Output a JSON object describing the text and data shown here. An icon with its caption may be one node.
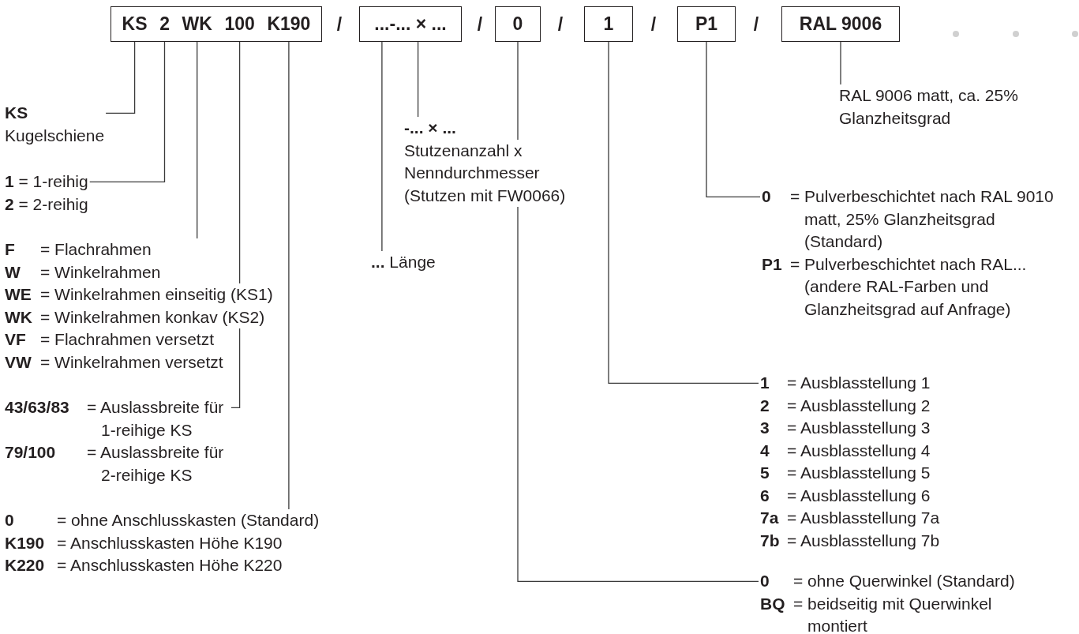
{
  "diagram": {
    "nodes": [
      {
        "text": [],
        "shape": "box"
      },
      {
        "text": [
          "KS"
        ],
        "in": 0
      },
      {
        "text": [
          "2"
        ],
        "in": 0
      },
      {
        "text": [
          "WK"
        ],
        "in": 0
      },
      {
        "text": [
          "100"
        ],
        "in": 0
      },
      {
        "text": [
          "K190"
        ],
        "in": 0
      },
      {
        "text": [],
        "shape": "box"
      },
      {
        "text": [
          "..."
        ],
        "in": 6
      },
      {
        "text": [
          "-... × ..."
        ],
        "in": 6
      },
      {
        "text": [
          "0"
        ]
      },
      {
        "text": [
          "1"
        ]
      },
      {
        "text": [
          "P1"
        ]
      },
      {
        "text": [
          "RAL 9006"
        ]
      },
      {
        "text": [
          "KS",
          "Kugelschiene"
        ]
      },
      {
        "text": [
          "**1** = 1-reihig",
          "**2** = 2-reihig"
        ]
      },
      {
        "text": [
          "**F** = Flachrahmen",
          "**W** = Winkelrahmen",
          "**WE** = Winkelrahmen einseitig (KS1)",
          "**WK** = Winkelrahmen konkav (KS2)",
          "**VF** = Flachrahmen versetzt",
          "**VW** = Winkelrahmen versetzt"
        ]
      },
      {
        "text": [
          "**43/63/83** = Auslassbreite für 1-reihige KS",
          "**79/100** = Auslassbreite für 2-reihige KS"
        ]
      },
      {
        "text": [
          "**0** = ohne Anschlusskasten (Standard)",
          "**K190** = Anschlusskasten Höhe K190",
          "**K220** = Anschlusskasten Höhe K220"
        ]
      },
      {
        "text": [
          "-... × ...",
          "Stutzenanzahl x Nenndurchmesser (Stutzen mit FW0066)"
        ]
      },
      {
        "text": [
          "**...** Länge"
        ]
      },
      {
        "text": [
          "RAL 9006 matt, ca. 25% Glanzheitsgrad"
        ]
      },
      {
        "text": [
          "**0** = Pulverbeschichtet nach RAL 9010 matt, 25% Glanzheitsgrad (Standard)",
          "**P1** = Pulverbeschichtet nach RAL... (andere RAL-Farben und Glanzheitsgrad auf Anfrage)"
        ]
      },
      {
        "text": [
          "**1** = Ausblasstellung 1",
          "**2** = Ausblasstellung 2",
          "**3** = Ausblasstellung 3",
          "**4** = Ausblasstellung 4",
          "**5** = Ausblasstellung 5",
          "**6** = Ausblasstellung 6",
          "**7a** = Ausblasstellung 7a",
          "**7b** = Ausblasstellung 7b"
        ]
      },
      {
        "text": [
          "**0** = ohne Querwinkel (Standard)",
          "**BQ** = beidseitig mit Querwinkel montiert"
        ]
      }
    ],
    "edges": [
      {
        "from": 13,
        "to": 1,
        "arrow": "none"
      },
      {
        "from": 14,
        "to": 2,
        "arrow": "none"
      },
      {
        "from": 15,
        "to": 3,
        "arrow": "none"
      },
      {
        "from": 16,
        "to": 4,
        "arrow": "none"
      },
      {
        "from": 17,
        "to": 5,
        "arrow": "none"
      },
      {
        "from": 18,
        "to": 8,
        "arrow": "none"
      },
      {
        "from": 19,
        "to": 7,
        "arrow": "none"
      },
      {
        "from": 20,
        "to": 12,
        "arrow": "none"
      },
      {
        "from": 21,
        "to": 11,
        "arrow": "none"
      },
      {
        "from": 22,
        "to": 10,
        "arrow": "none"
      },
      {
        "from": 23,
        "to": 9,
        "arrow": "none"
      }
    ],
    "labels": [
      "/",
      "/",
      "/",
      "/",
      "/"
    ]
  }
}
